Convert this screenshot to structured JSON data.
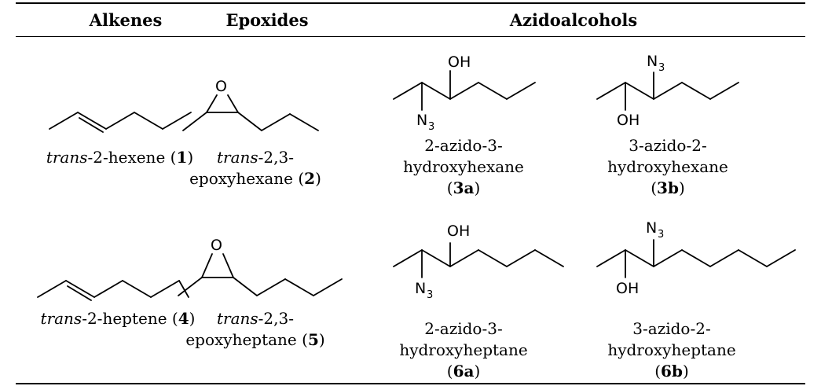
{
  "table": {
    "headers": [
      "Alkenes",
      "Epoxides",
      "Azidoalcohols"
    ],
    "rows": [
      {
        "alkene": {
          "prefix": "trans",
          "rest": "-2-hexene (",
          "num": "1",
          "close": ")"
        },
        "epoxide": {
          "prefix": "trans",
          "line1_rest": "-2,3-",
          "line2": "epoxyhexane (",
          "num": "2",
          "close": ")"
        },
        "azido_a": {
          "line1": "2-azido-3-",
          "line2": "hydroxyhexane",
          "open": "(",
          "num": "3a",
          "close": ")"
        },
        "azido_b": {
          "line1": "3-azido-2-",
          "line2": "hydroxyhexane",
          "open": "(",
          "num": "3b",
          "close": ")"
        }
      },
      {
        "alkene": {
          "prefix": "trans",
          "rest": "-2-heptene (",
          "num": "4",
          "close": ")"
        },
        "epoxide": {
          "prefix": "trans",
          "line1_rest": "-2,3-",
          "line2": "epoxyheptane (",
          "num": "5",
          "close": ")"
        },
        "azido_a": {
          "line1": "2-azido-3-",
          "line2": "hydroxyheptane",
          "open": "(",
          "num": "6a",
          "close": ")"
        },
        "azido_b": {
          "line1": "3-azido-2-",
          "line2": "hydroxyheptane",
          "open": "(",
          "num": "6b",
          "close": ")"
        }
      }
    ],
    "atoms": {
      "oxygen": "O",
      "hydroxyl": "OH",
      "azide": "N",
      "azide_sub": "3"
    }
  }
}
